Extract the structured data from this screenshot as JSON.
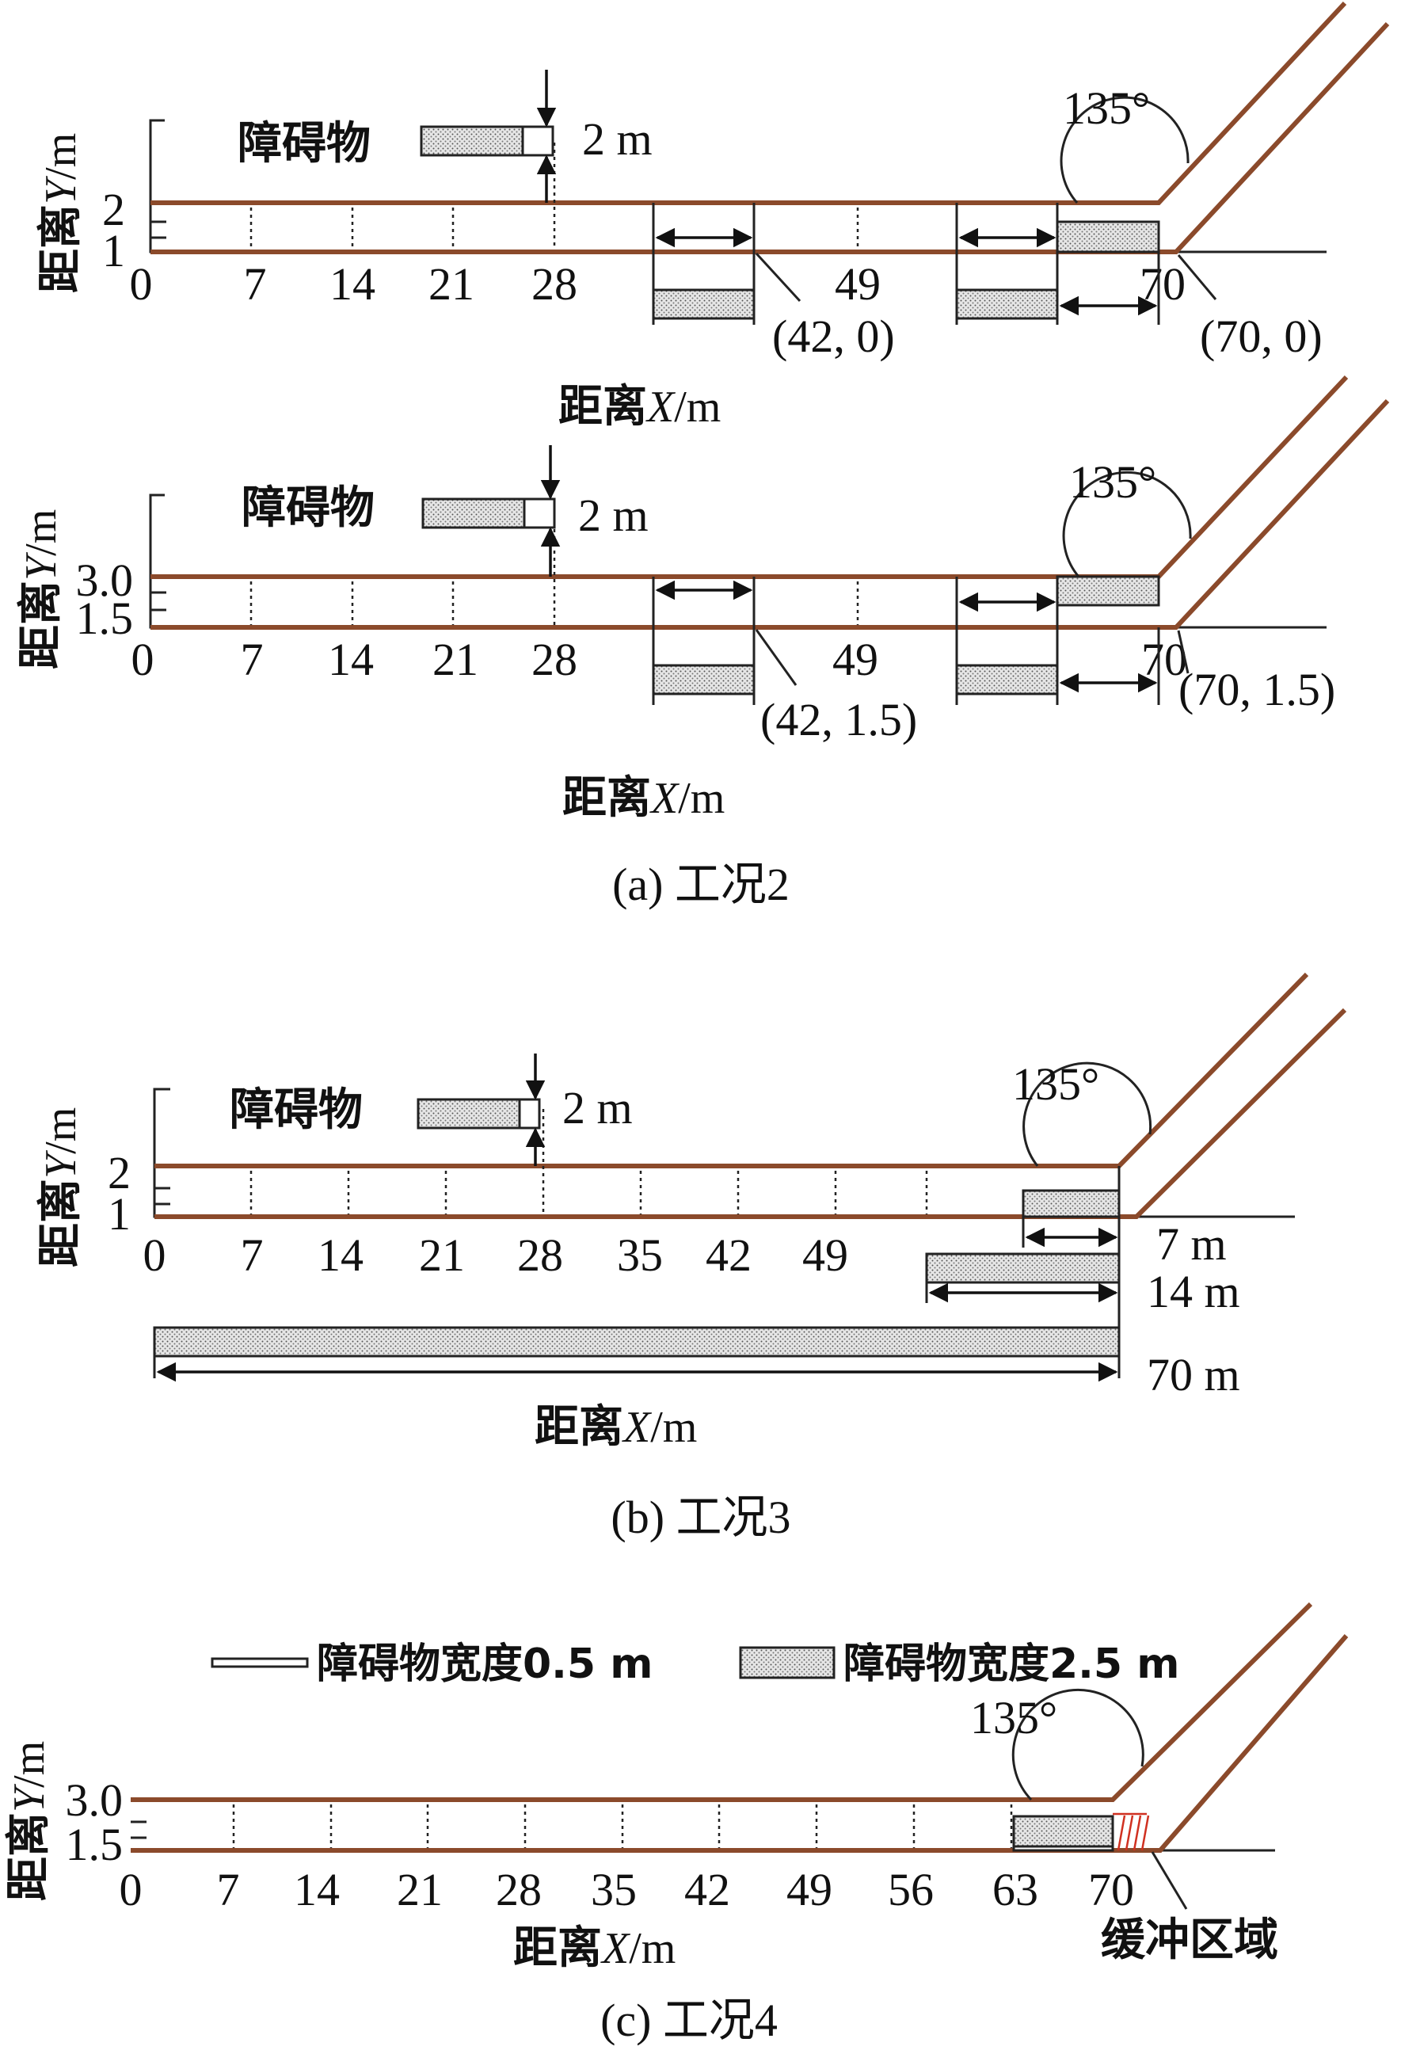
{
  "labels": {
    "y_axis": "距离",
    "y_axis_var": "Y",
    "y_axis_unit": "/m",
    "x_axis": "距离",
    "x_axis_var": "X",
    "x_axis_unit": "/m",
    "obstacle": "障碍物",
    "gap": "2 m",
    "angle": "135°",
    "buffer": "缓冲区域",
    "legend_narrow": "障碍物宽度0.5 m",
    "legend_wide": "障碍物宽度2.5 m"
  },
  "panels": {
    "a1": {
      "ticks_x": [
        "0",
        "7",
        "14",
        "21",
        "28",
        "49",
        "70"
      ],
      "ticks_y": [
        "2",
        "1"
      ],
      "point1": "(42, 0)",
      "point2": "(70, 0)"
    },
    "a2": {
      "ticks_x": [
        "0",
        "7",
        "14",
        "21",
        "28",
        "49",
        "70"
      ],
      "ticks_y": [
        "3.0",
        "1.5"
      ],
      "point1": "(42, 1.5)",
      "point2": "(70, 1.5)",
      "caption": "(a) 工况2"
    },
    "b": {
      "ticks_x": [
        "0",
        "7",
        "14",
        "21",
        "28",
        "35",
        "42",
        "49"
      ],
      "ticks_y": [
        "2",
        "1"
      ],
      "len1": "7 m",
      "len2": "14 m",
      "len3": "70 m",
      "caption": "(b) 工况3"
    },
    "c": {
      "ticks_x": [
        "0",
        "7",
        "14",
        "21",
        "28",
        "35",
        "42",
        "49",
        "56",
        "63",
        "70"
      ],
      "ticks_y": [
        "3.0",
        "1.5"
      ],
      "caption": "(c) 工况4"
    }
  },
  "colors": {
    "road": "#8B4A2B",
    "buffer": "#D03020",
    "line": "#222222"
  }
}
